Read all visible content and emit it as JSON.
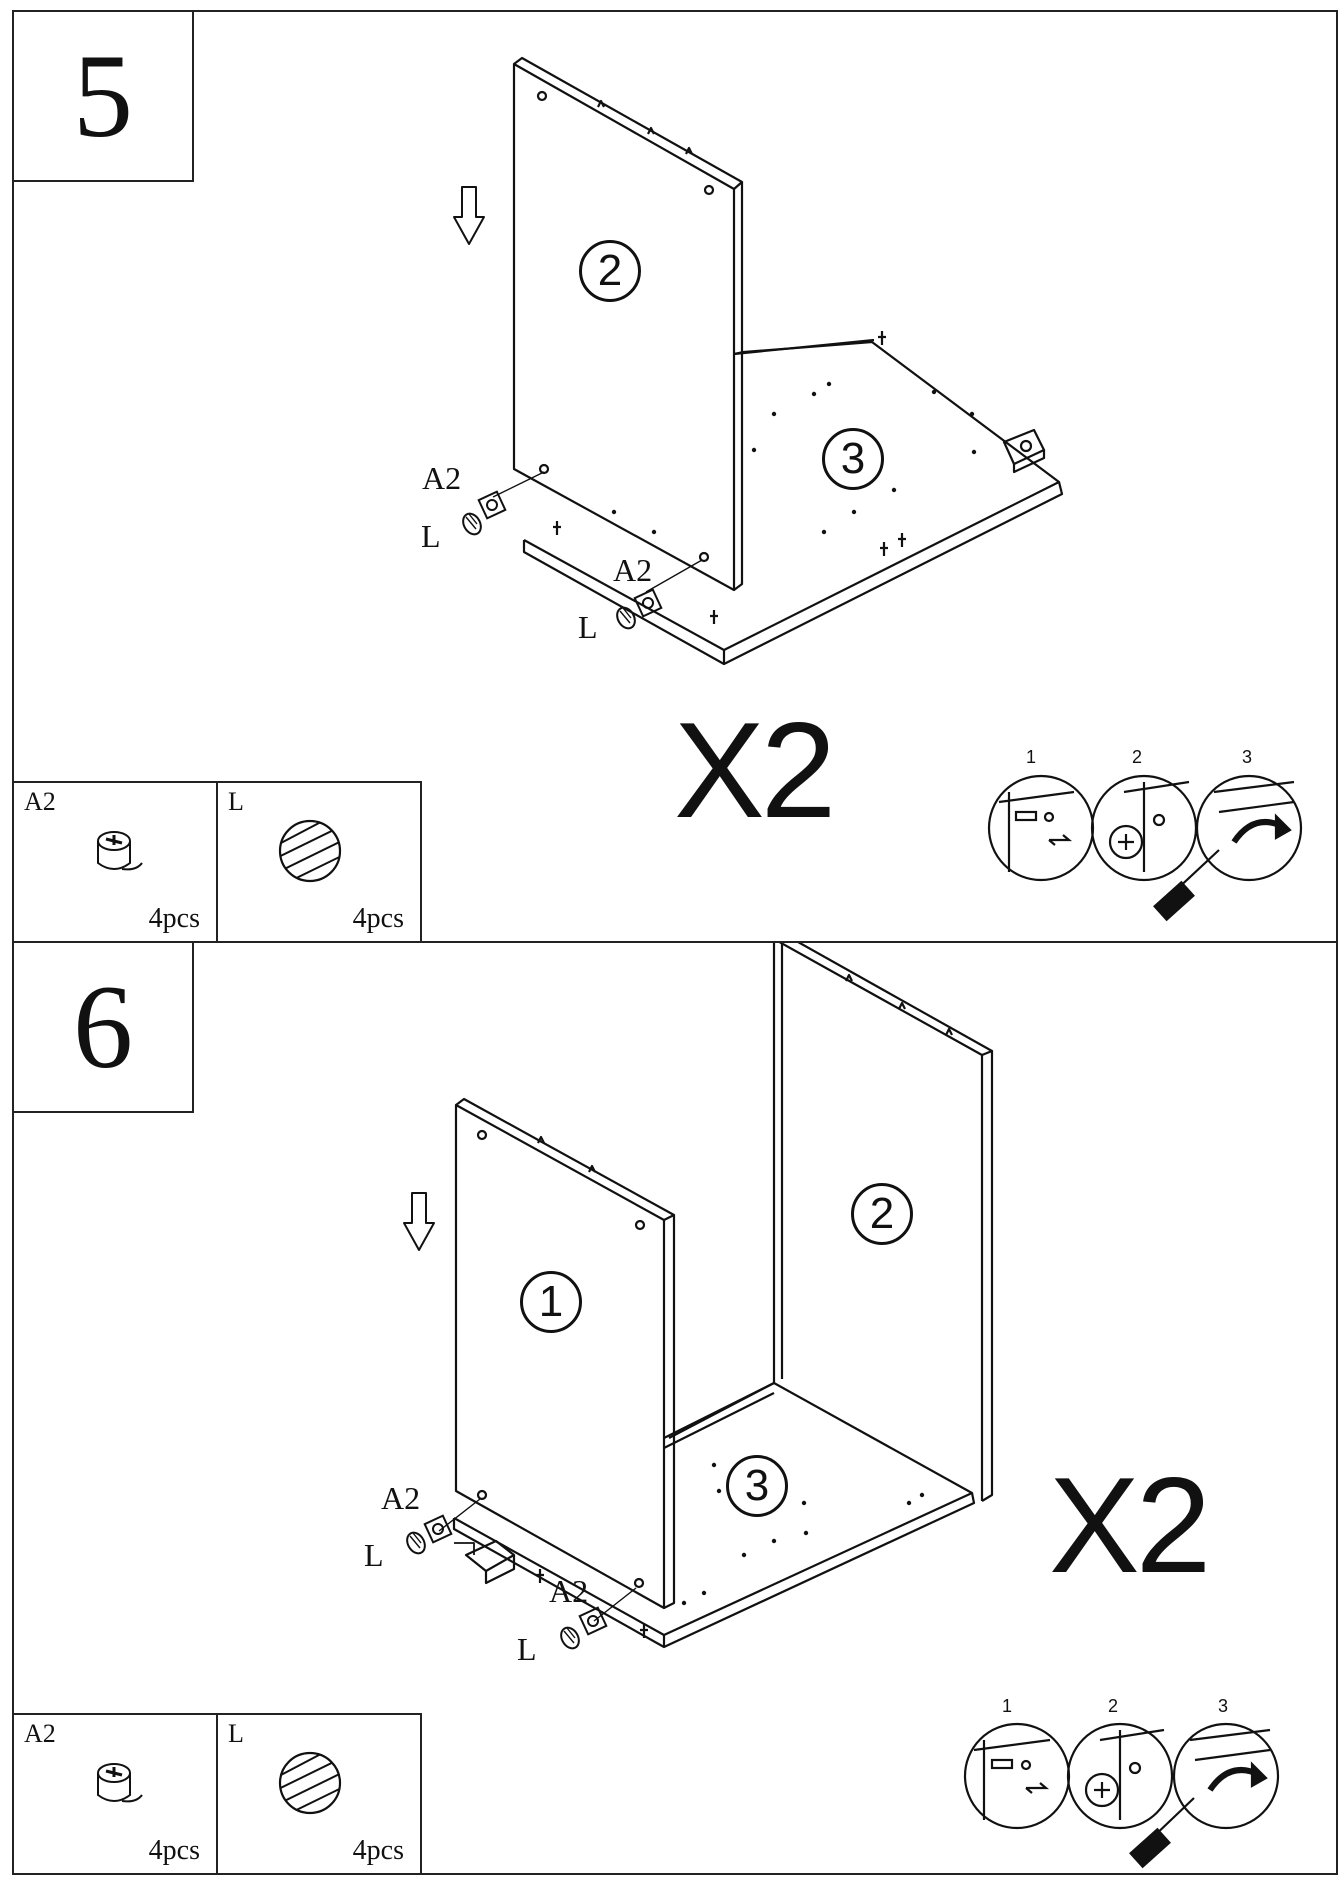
{
  "steps": [
    {
      "number": "5",
      "multiplier": "X2",
      "callouts": {
        "a2": "A2",
        "l": "L"
      },
      "panel_numbers": [
        "2",
        "3"
      ],
      "parts": [
        {
          "code": "A2",
          "qty": "4pcs",
          "icon": "cam-lock-fitting-icon"
        },
        {
          "code": "L",
          "qty": "4pcs",
          "icon": "wooden-dowel-icon"
        }
      ],
      "tool_steps": [
        "1",
        "2",
        "3"
      ]
    },
    {
      "number": "6",
      "multiplier": "X2",
      "callouts": {
        "a2": "A2",
        "l": "L"
      },
      "panel_numbers": [
        "1",
        "2",
        "3"
      ],
      "parts": [
        {
          "code": "A2",
          "qty": "4pcs",
          "icon": "cam-lock-fitting-icon"
        },
        {
          "code": "L",
          "qty": "4pcs",
          "icon": "wooden-dowel-icon"
        }
      ],
      "tool_steps": [
        "1",
        "2",
        "3"
      ]
    }
  ]
}
